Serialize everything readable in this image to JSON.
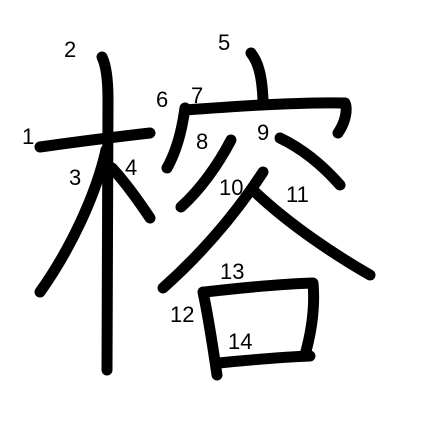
{
  "character": {
    "stroke_numbers": [
      "1",
      "2",
      "3",
      "4",
      "5",
      "6",
      "7",
      "8",
      "9",
      "10",
      "11",
      "12",
      "13",
      "14"
    ],
    "stroke_color": "#000000",
    "background_color": "#ffffff"
  }
}
